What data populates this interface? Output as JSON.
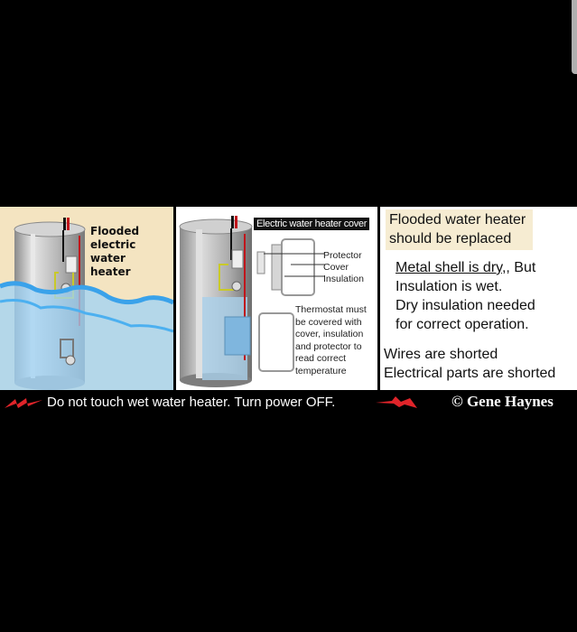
{
  "panel1": {
    "label_lines": [
      "Flooded",
      "electric water",
      "heater"
    ],
    "background": "#f4e4c1",
    "water_color": "#5bb8f0"
  },
  "panel2": {
    "title": "Electric water heater cover",
    "parts": [
      "Protector",
      "Cover",
      "Insulation"
    ],
    "note_lines": [
      "Thermostat must",
      "be covered with",
      "cover, insulation",
      "and protector to",
      "read correct",
      "temperature"
    ]
  },
  "panel3": {
    "headline_lines": [
      "Flooded water heater",
      "should be replaced"
    ],
    "body_underlined": "Metal shell is dry,",
    "body_first_rest": ", But",
    "body_lines": [
      "Insulation is wet.",
      "Dry insulation needed",
      "for correct operation."
    ],
    "shorted_lines": [
      "Wires are shorted",
      "Electrical parts are shorted"
    ]
  },
  "footer": {
    "warning": "Do not touch wet water heater. Turn power OFF.",
    "credit": "© Gene Haynes",
    "bolt_color": "#e0242a"
  }
}
